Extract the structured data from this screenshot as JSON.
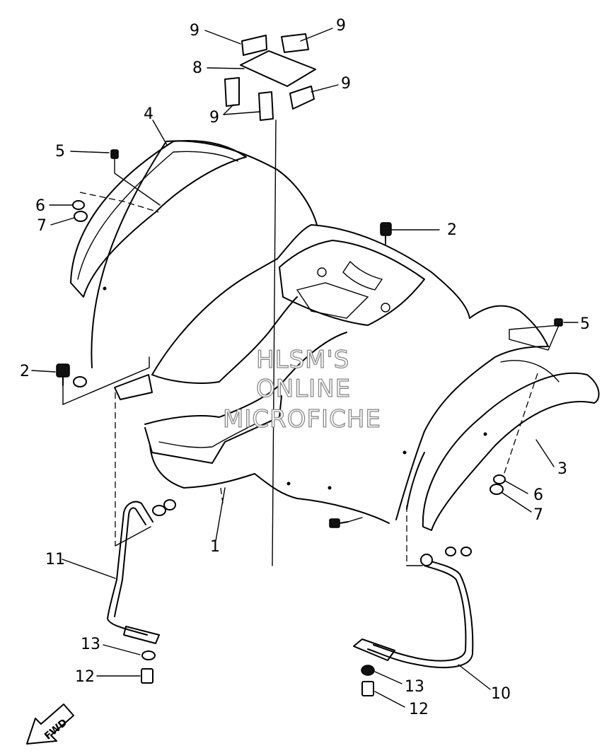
{
  "callouts": {
    "c1": "1",
    "c2a": "2",
    "c2b": "2",
    "c3": "3",
    "c4": "4",
    "c5a": "5",
    "c5b": "5",
    "c6a": "6",
    "c6b": "6",
    "c7a": "7",
    "c7b": "7",
    "c8": "8",
    "c9a": "9",
    "c9b": "9",
    "c9c": "9",
    "c9d": "9",
    "c10": "10",
    "c11": "11",
    "c12a": "12",
    "c12b": "12",
    "c13a": "13",
    "c13b": "13"
  },
  "watermark": {
    "line1": "HLSM'S",
    "line2": "ONLINE",
    "line3": "MICROFICHE"
  },
  "direction_arrow": {
    "label": "FWD",
    "icon": "fwd-arrow-icon"
  }
}
